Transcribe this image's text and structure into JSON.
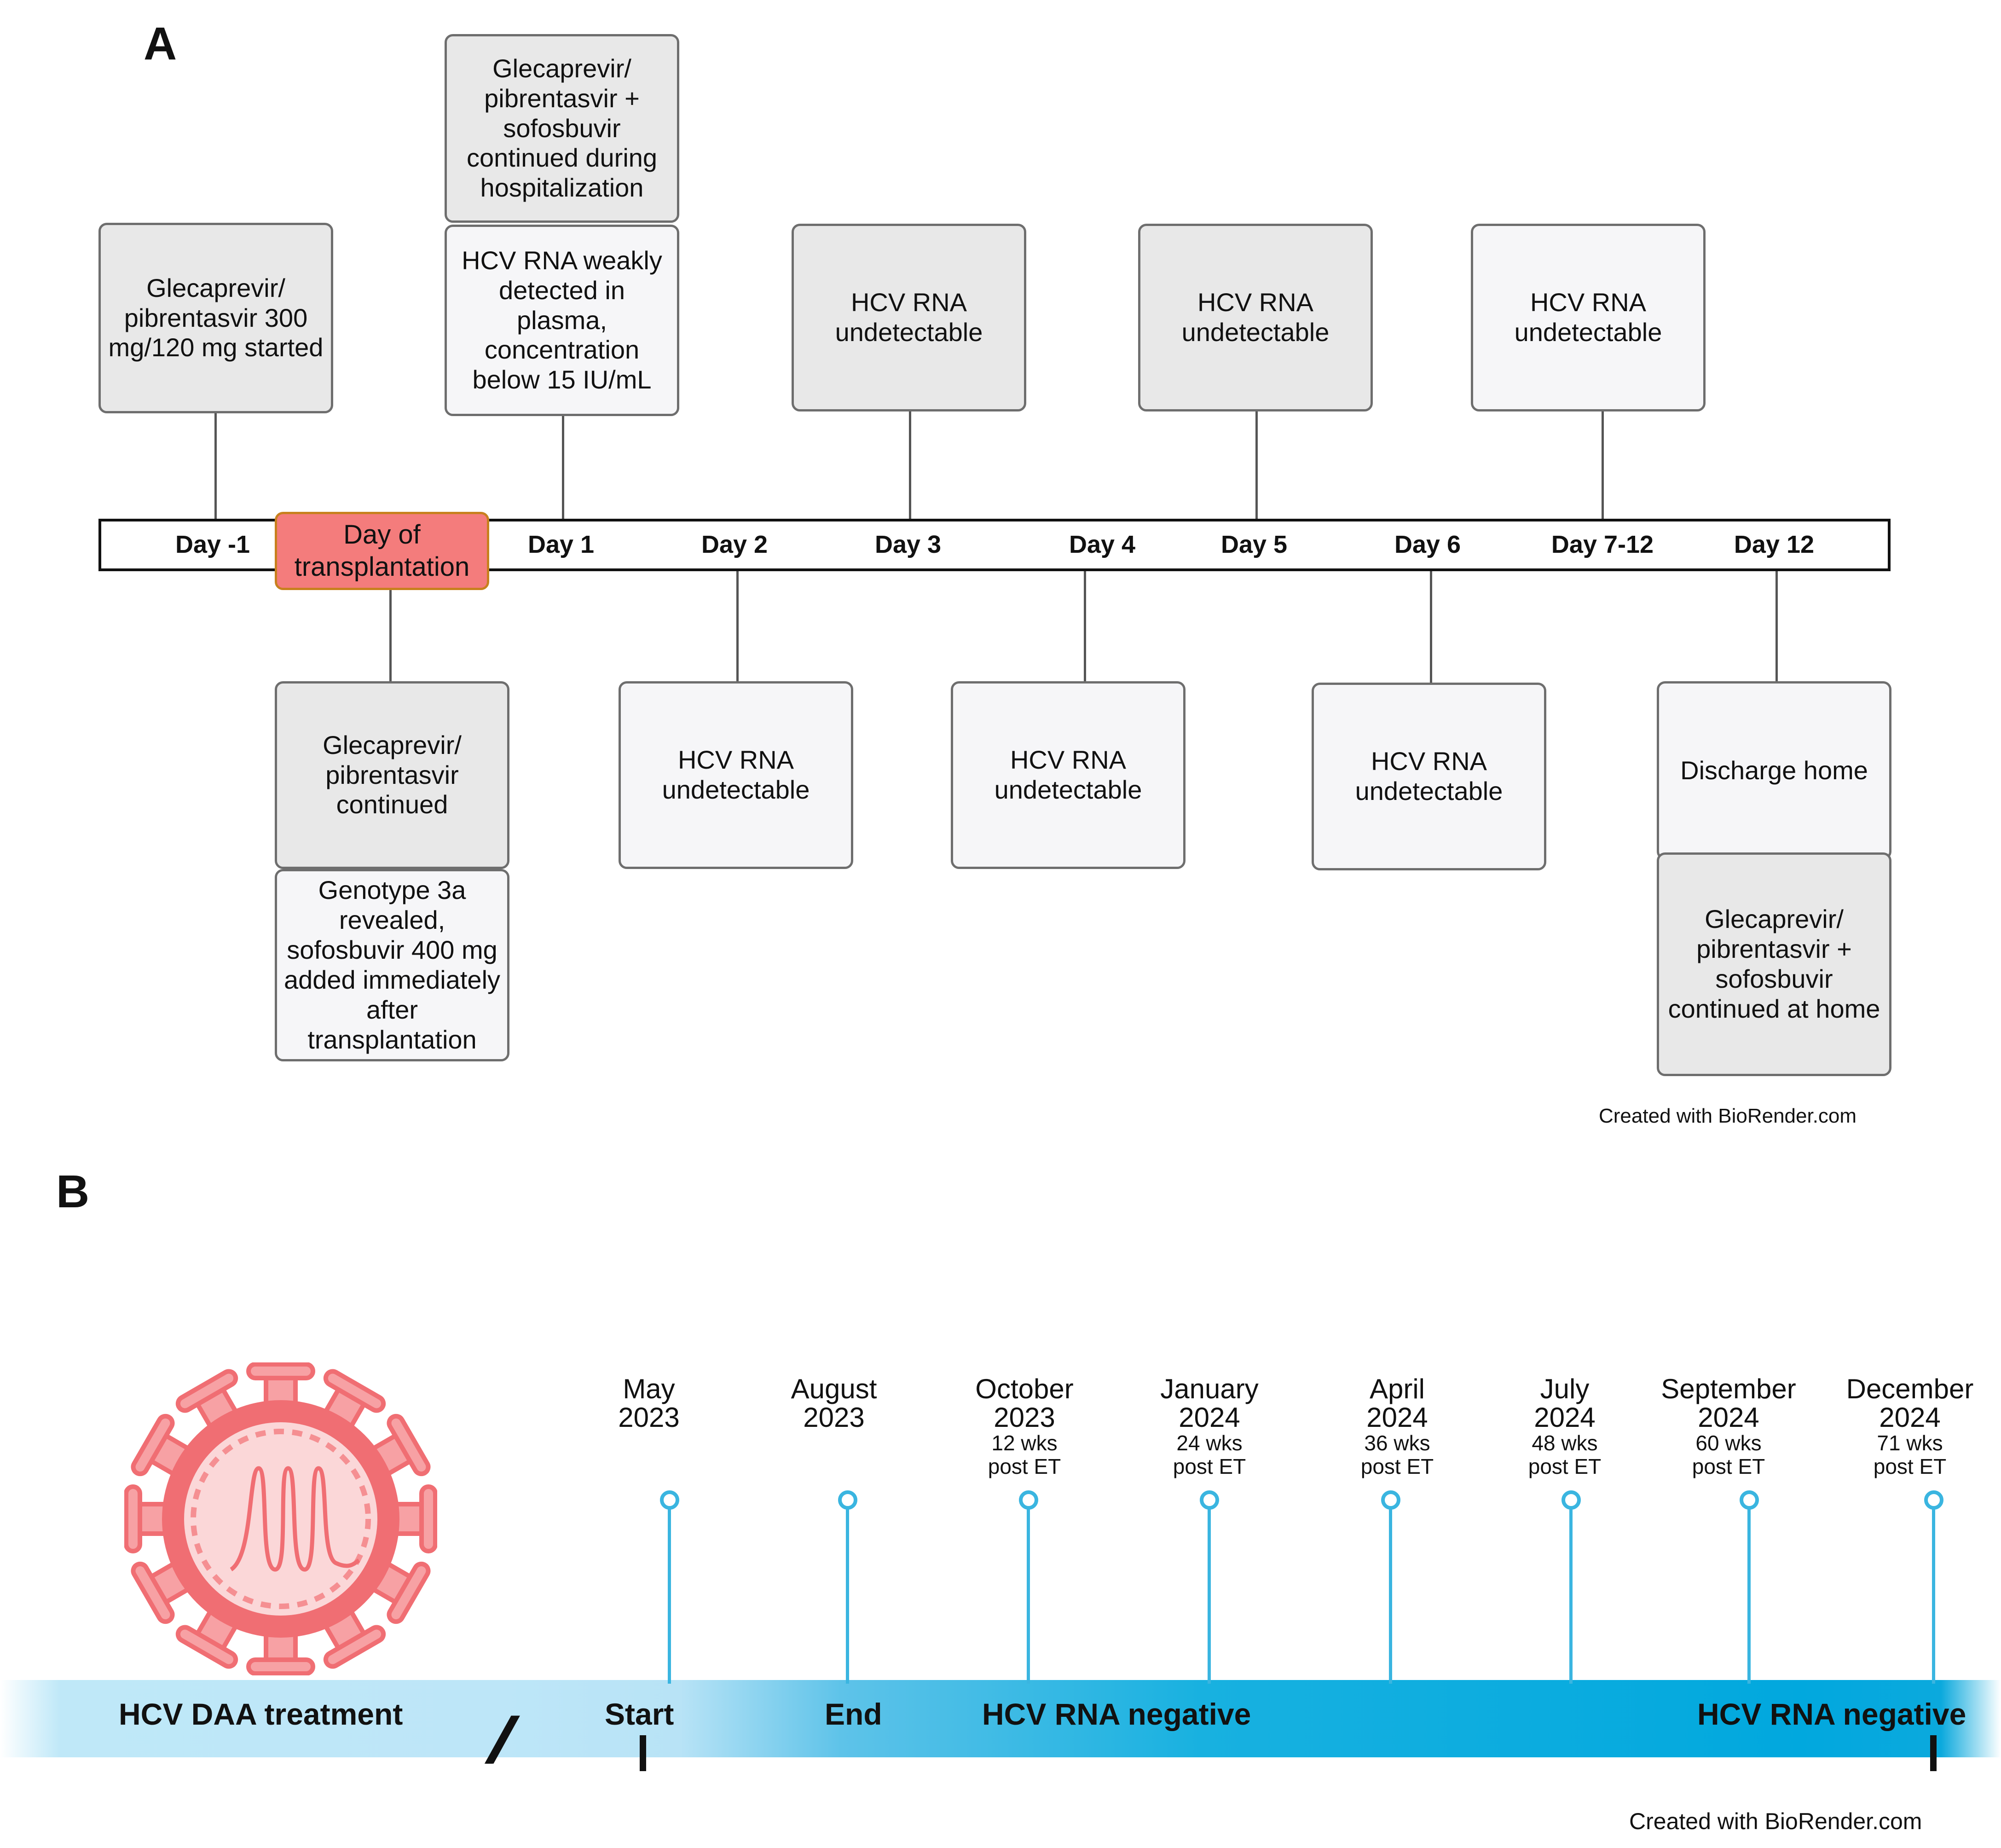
{
  "panel_a": {
    "letter": "A",
    "days": [
      "Day -1",
      "Day of transplantation",
      "Day 1",
      "Day 2",
      "Day 3",
      "Day 4",
      "Day 5",
      "Day 6",
      "Day 7-12",
      "Day 12"
    ],
    "boxes": {
      "day_minus1": "Glecaprevir/ pibrentasvir 300 mg/120 mg started",
      "day1_top": "Glecaprevir/ pibrentasvir + sofosbuvir continued during hospitalization",
      "day1_bottom": "HCV RNA weakly detected in plasma, concentration below 15 IU/mL",
      "day3": "HCV RNA undetectable",
      "day5": "HCV RNA undetectable",
      "day7_12": "HCV RNA undetectable",
      "tx_top": "Glecaprevir/ pibrentasvir continued",
      "tx_bottom": "Genotype 3a revealed, sofosbuvir 400 mg added immediately after transplantation",
      "day2": "HCV RNA undetectable",
      "day4": "HCV RNA undetectable",
      "day6": "HCV RNA undetectable",
      "day12_top": "Discharge home",
      "day12_bottom": "Glecaprevir/ pibrentasvir + sofosbuvir continued at home"
    },
    "credit": "Created with BioRender.com"
  },
  "panel_b": {
    "letter": "B",
    "band_labels": [
      "HCV DAA treatment",
      "Start",
      "End",
      "HCV RNA negative",
      "HCV RNA negative"
    ],
    "break_mark": "//",
    "timepoints": [
      {
        "month": "May",
        "year": "2023",
        "weeks": "",
        "post": ""
      },
      {
        "month": "August",
        "year": "2023",
        "weeks": "",
        "post": ""
      },
      {
        "month": "October",
        "year": "2023",
        "weeks": "12 wks",
        "post": "post ET"
      },
      {
        "month": "January",
        "year": "2024",
        "weeks": "24 wks",
        "post": "post ET"
      },
      {
        "month": "April",
        "year": "2024",
        "weeks": "36 wks",
        "post": "post ET"
      },
      {
        "month": "July",
        "year": "2024",
        "weeks": "48 wks",
        "post": "post ET"
      },
      {
        "month": "September",
        "year": "2024",
        "weeks": "60 wks",
        "post": "post ET"
      },
      {
        "month": "December",
        "year": "2024",
        "weeks": "71 wks",
        "post": "post ET"
      }
    ],
    "credit": "Created with BioRender.com",
    "colors": {
      "pin": "#3ab5e0",
      "band_dark": "#01a8de",
      "band_light": "#bde6f8",
      "virus": "#f06e73"
    }
  }
}
